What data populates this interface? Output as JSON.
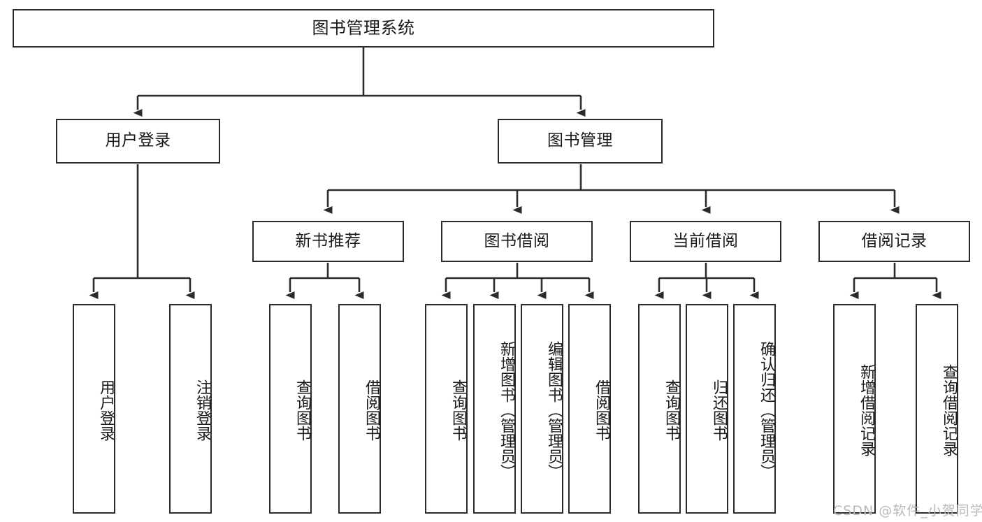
{
  "diagram": {
    "title": "图书管理系统",
    "type": "tree-hierarchy-chart",
    "watermark": "CSDN @软件_小贺同学",
    "colors": {
      "box_border": "#2b2b2b",
      "box_fill": "#ffffff",
      "connector": "#2b2b2b",
      "text": "#1a1a1a",
      "watermark": "#b9b9b9",
      "background": "#ffffff"
    },
    "levels": {
      "root": {
        "label": "图书管理系统"
      },
      "level2": [
        {
          "id": "user-login",
          "label": "用户登录"
        },
        {
          "id": "book-manage",
          "label": "图书管理"
        }
      ],
      "level3": [
        {
          "id": "new-book-recommend",
          "label": "新书推荐",
          "parent": "book-manage"
        },
        {
          "id": "book-borrow",
          "label": "图书借阅",
          "parent": "book-manage"
        },
        {
          "id": "current-borrow",
          "label": "当前借阅",
          "parent": "book-manage"
        },
        {
          "id": "borrow-record",
          "label": "借阅记录",
          "parent": "book-manage"
        }
      ],
      "leaves": [
        {
          "id": "leaf-user-login",
          "label": "用户登录",
          "parent": "user-login"
        },
        {
          "id": "leaf-logout-login",
          "label": "注销登录",
          "parent": "user-login"
        },
        {
          "id": "leaf-query-book-1",
          "label": "查询图书",
          "parent": "new-book-recommend"
        },
        {
          "id": "leaf-borrow-book-1",
          "label": "借阅图书",
          "parent": "new-book-recommend"
        },
        {
          "id": "leaf-query-book-2",
          "label": "查询图书",
          "parent": "book-borrow"
        },
        {
          "id": "leaf-add-book-admin",
          "label": "新增图书（管理员）",
          "parent": "book-borrow"
        },
        {
          "id": "leaf-edit-book-admin",
          "label": "编辑图书（管理员）",
          "parent": "book-borrow"
        },
        {
          "id": "leaf-borrow-book-2",
          "label": "借阅图书",
          "parent": "book-borrow"
        },
        {
          "id": "leaf-query-book-3",
          "label": "查询图书",
          "parent": "current-borrow"
        },
        {
          "id": "leaf-return-book",
          "label": "归还图书",
          "parent": "current-borrow"
        },
        {
          "id": "leaf-confirm-return-admin",
          "label": "确认归还（管理员）",
          "parent": "current-borrow"
        },
        {
          "id": "leaf-add-borrow-record",
          "label": "新增借阅记录",
          "parent": "borrow-record"
        },
        {
          "id": "leaf-query-borrow-record",
          "label": "查询借阅记录",
          "parent": "borrow-record"
        }
      ]
    }
  },
  "chart_data": {
    "type": "table",
    "title": "图书管理系统",
    "nodes": [
      {
        "level": 1,
        "label": "图书管理系统",
        "children": [
          "用户登录",
          "图书管理"
        ]
      },
      {
        "level": 2,
        "label": "用户登录",
        "children": [
          "用户登录",
          "注销登录"
        ]
      },
      {
        "level": 2,
        "label": "图书管理",
        "children": [
          "新书推荐",
          "图书借阅",
          "当前借阅",
          "借阅记录"
        ]
      },
      {
        "level": 3,
        "label": "新书推荐",
        "children": [
          "查询图书",
          "借阅图书"
        ]
      },
      {
        "level": 3,
        "label": "图书借阅",
        "children": [
          "查询图书",
          "新增图书（管理员）",
          "编辑图书（管理员）",
          "借阅图书"
        ]
      },
      {
        "level": 3,
        "label": "当前借阅",
        "children": [
          "查询图书",
          "归还图书",
          "确认归还（管理员）"
        ]
      },
      {
        "level": 3,
        "label": "借阅记录",
        "children": [
          "新增借阅记录",
          "查询借阅记录"
        ]
      }
    ]
  }
}
